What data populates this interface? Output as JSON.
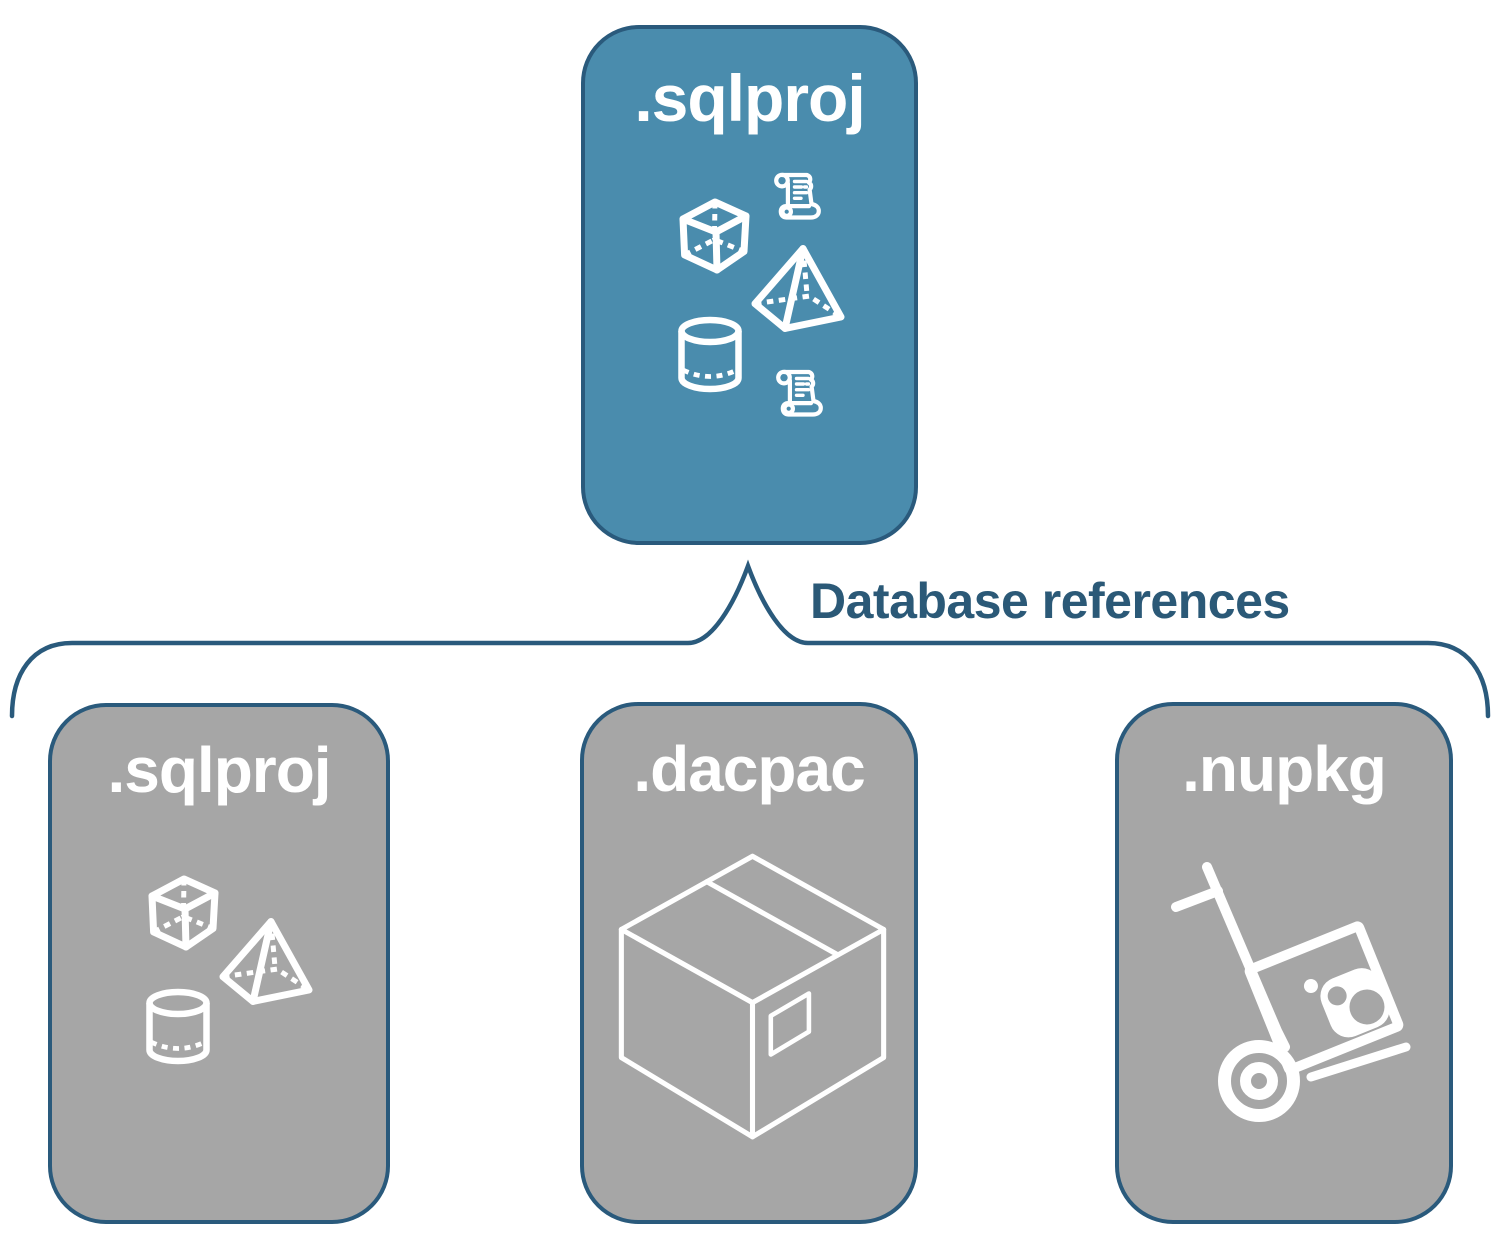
{
  "diagram": {
    "root_card": {
      "label": ".sqlproj",
      "icons": [
        "cube-icon",
        "scroll-icon",
        "pyramid-icon",
        "cylinder-icon",
        "scroll-icon"
      ]
    },
    "connector": {
      "label": "Database references"
    },
    "child_cards": [
      {
        "label": ".sqlproj",
        "icons": [
          "cube-icon",
          "pyramid-icon",
          "cylinder-icon"
        ]
      },
      {
        "label": ".dacpac",
        "icons": [
          "package-box-icon"
        ]
      },
      {
        "label": ".nupkg",
        "icons": [
          "nuget-handtruck-icon"
        ]
      }
    ]
  },
  "colors": {
    "background": "#FFFFFF",
    "root_card_fill": "#4A8CAD",
    "child_card_fill": "#A6A6A6",
    "card_border": "#2A5A7C",
    "card_label": "#FFFFFF",
    "connector_line": "#2A5A7C",
    "connector_label": "#2B5977",
    "icon_stroke": "#FFFFFF"
  }
}
